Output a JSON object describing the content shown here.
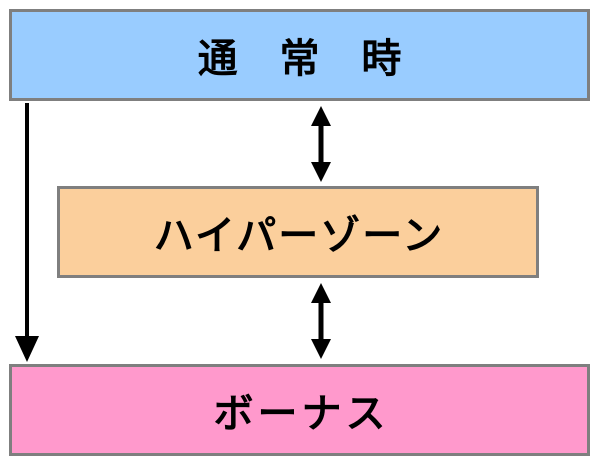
{
  "diagram": {
    "nodes": [
      {
        "id": "normal",
        "label": "通 常 時",
        "fill": "#99ccff"
      },
      {
        "id": "hyper",
        "label": "ハイパーゾーン",
        "fill": "#fbcf9c"
      },
      {
        "id": "bonus",
        "label": "ボーナス",
        "fill": "#ff99cc"
      }
    ],
    "edges": [
      {
        "from": "normal",
        "to": "bonus",
        "direction": "one-way"
      },
      {
        "from": "normal",
        "to": "hyper",
        "direction": "two-way"
      },
      {
        "from": "hyper",
        "to": "bonus",
        "direction": "two-way"
      }
    ]
  }
}
